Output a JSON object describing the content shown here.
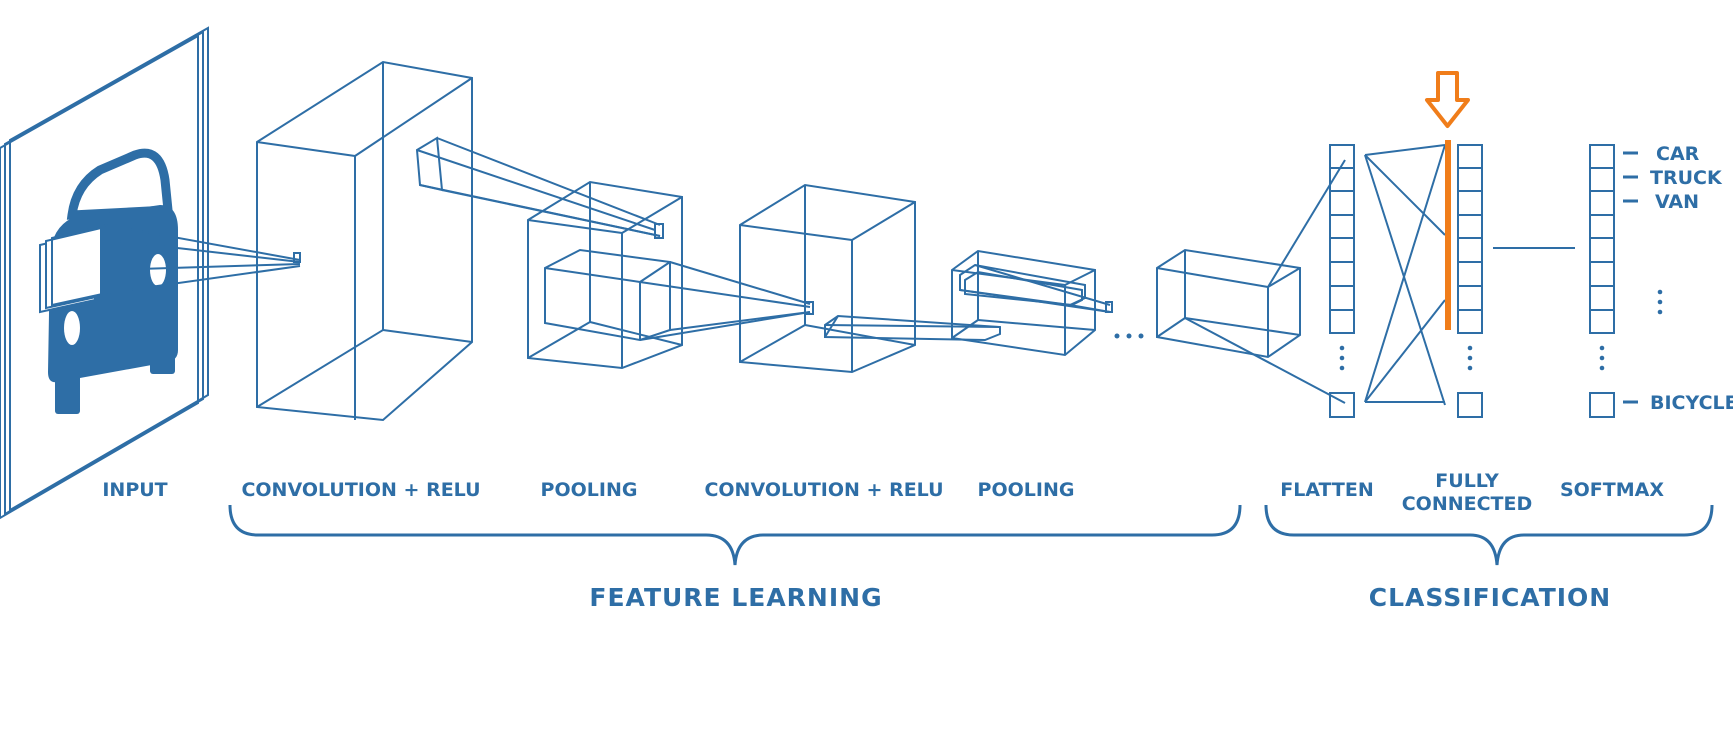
{
  "stages": {
    "input": "INPUT",
    "conv1": "CONVOLUTION + RELU",
    "pool1": "POOLING",
    "conv2": "CONVOLUTION + RELU",
    "pool2": "POOLING",
    "flatten": "FLATTEN",
    "fully_connected_line1": "FULLY",
    "fully_connected_line2": "CONNECTED",
    "softmax": "SOFTMAX"
  },
  "groups": {
    "feature_learning": "FEATURE LEARNING",
    "classification": "CLASSIFICATION"
  },
  "classes": [
    "CAR",
    "TRUCK",
    "VAN",
    "BICYCLE"
  ],
  "colors": {
    "primary": "#2e6ea6",
    "highlight": "#f07d1a",
    "background": "#ffffff"
  },
  "icons": {
    "input": "car-icon",
    "highlight_marker": "down-arrow-icon"
  }
}
